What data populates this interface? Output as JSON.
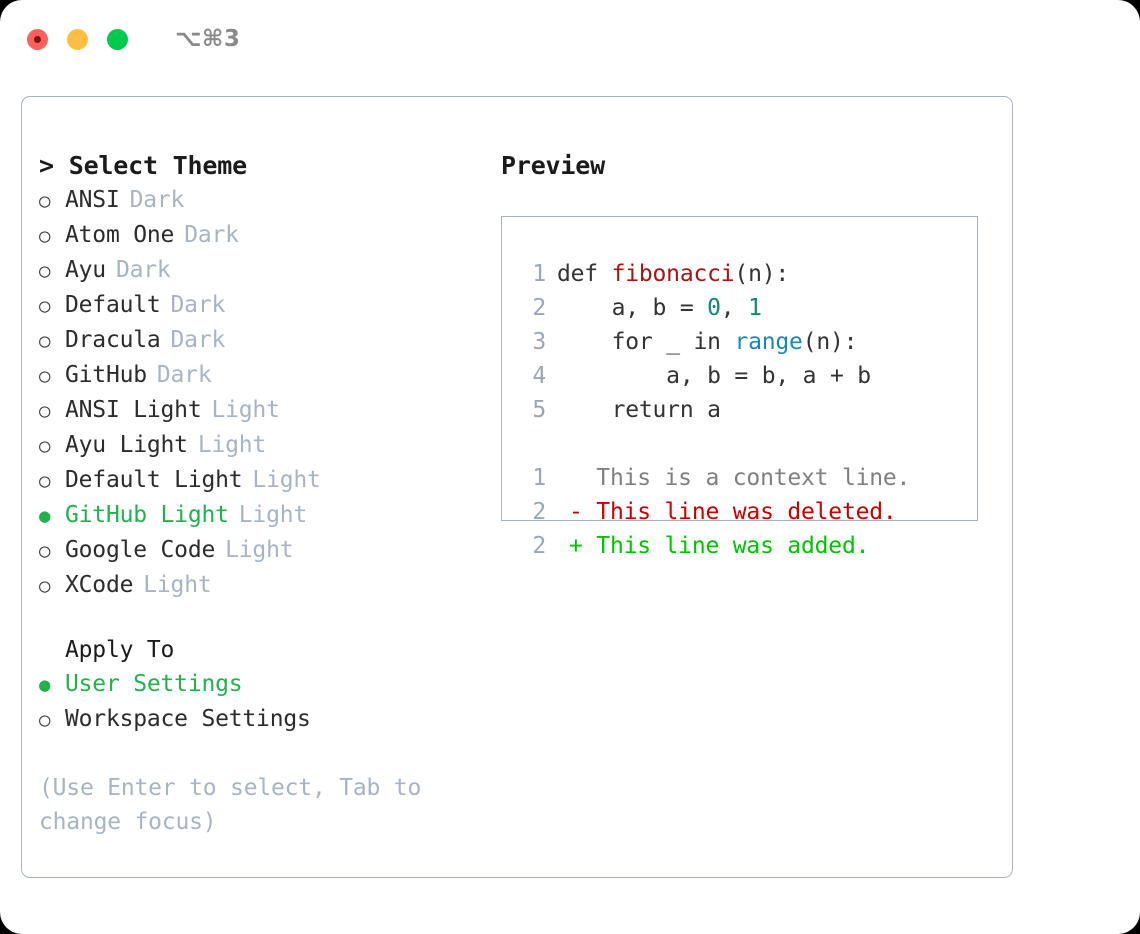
{
  "titlebar": {
    "shortcut": "⌥⌘3",
    "lights": [
      "close",
      "minimize",
      "maximize"
    ]
  },
  "theme_picker": {
    "caret": ">",
    "heading": "Select Theme",
    "bullet_empty": "○",
    "bullet_filled": "●",
    "items": [
      {
        "name": "ANSI",
        "variant": "Dark",
        "selected": false
      },
      {
        "name": "Atom One",
        "variant": "Dark",
        "selected": false
      },
      {
        "name": "Ayu",
        "variant": "Dark",
        "selected": false
      },
      {
        "name": "Default",
        "variant": "Dark",
        "selected": false
      },
      {
        "name": "Dracula",
        "variant": "Dark",
        "selected": false
      },
      {
        "name": "GitHub",
        "variant": "Dark",
        "selected": false
      },
      {
        "name": "ANSI Light",
        "variant": "Light",
        "selected": false
      },
      {
        "name": "Ayu Light",
        "variant": "Light",
        "selected": false
      },
      {
        "name": "Default Light",
        "variant": "Light",
        "selected": false
      },
      {
        "name": "GitHub Light",
        "variant": "Light",
        "selected": true
      },
      {
        "name": "Google Code",
        "variant": "Light",
        "selected": false
      },
      {
        "name": "XCode",
        "variant": "Light",
        "selected": false
      }
    ]
  },
  "apply_to": {
    "heading": "Apply To",
    "items": [
      {
        "label": "User Settings",
        "selected": true
      },
      {
        "label": "Workspace Settings",
        "selected": false
      }
    ]
  },
  "hint": "(Use Enter to select, Tab to change focus)",
  "preview": {
    "heading": "Preview",
    "code_lines": [
      {
        "num": "1",
        "tokens": [
          {
            "t": "def ",
            "c": "kw"
          },
          {
            "t": "fibonacci",
            "c": "fn"
          },
          {
            "t": "(n):",
            "c": "plain"
          }
        ]
      },
      {
        "num": "2",
        "tokens": [
          {
            "t": "    a, b = ",
            "c": "plain"
          },
          {
            "t": "0",
            "c": "num"
          },
          {
            "t": ", ",
            "c": "plain"
          },
          {
            "t": "1",
            "c": "num"
          }
        ]
      },
      {
        "num": "3",
        "tokens": [
          {
            "t": "    ",
            "c": "plain"
          },
          {
            "t": "for",
            "c": "kw"
          },
          {
            "t": " _ ",
            "c": "plain"
          },
          {
            "t": "in",
            "c": "kw"
          },
          {
            "t": " ",
            "c": "plain"
          },
          {
            "t": "range",
            "c": "bi"
          },
          {
            "t": "(n):",
            "c": "plain"
          }
        ]
      },
      {
        "num": "4",
        "tokens": [
          {
            "t": "        a, b = b, a + b",
            "c": "plain"
          }
        ]
      },
      {
        "num": "5",
        "tokens": [
          {
            "t": "    ",
            "c": "plain"
          },
          {
            "t": "return",
            "c": "kw"
          },
          {
            "t": " a",
            "c": "plain"
          }
        ]
      }
    ],
    "diff_lines": [
      {
        "num": "1",
        "marker": " ",
        "text": " This is a context line.",
        "kind": "ctx"
      },
      {
        "num": "2",
        "marker": "-",
        "text": " This line was deleted.",
        "kind": "del"
      },
      {
        "num": "2",
        "marker": "+",
        "text": " This line was added.",
        "kind": "add"
      }
    ]
  },
  "colors": {
    "accent_green": "#22b24c",
    "variant_gray": "#a8b4c4",
    "border": "#a9b4c2",
    "diff_delete": "#cc0000",
    "diff_add": "#00c400",
    "code_function": "#a31515",
    "code_number": "#0f8878",
    "code_builtin": "#1b87b8"
  }
}
